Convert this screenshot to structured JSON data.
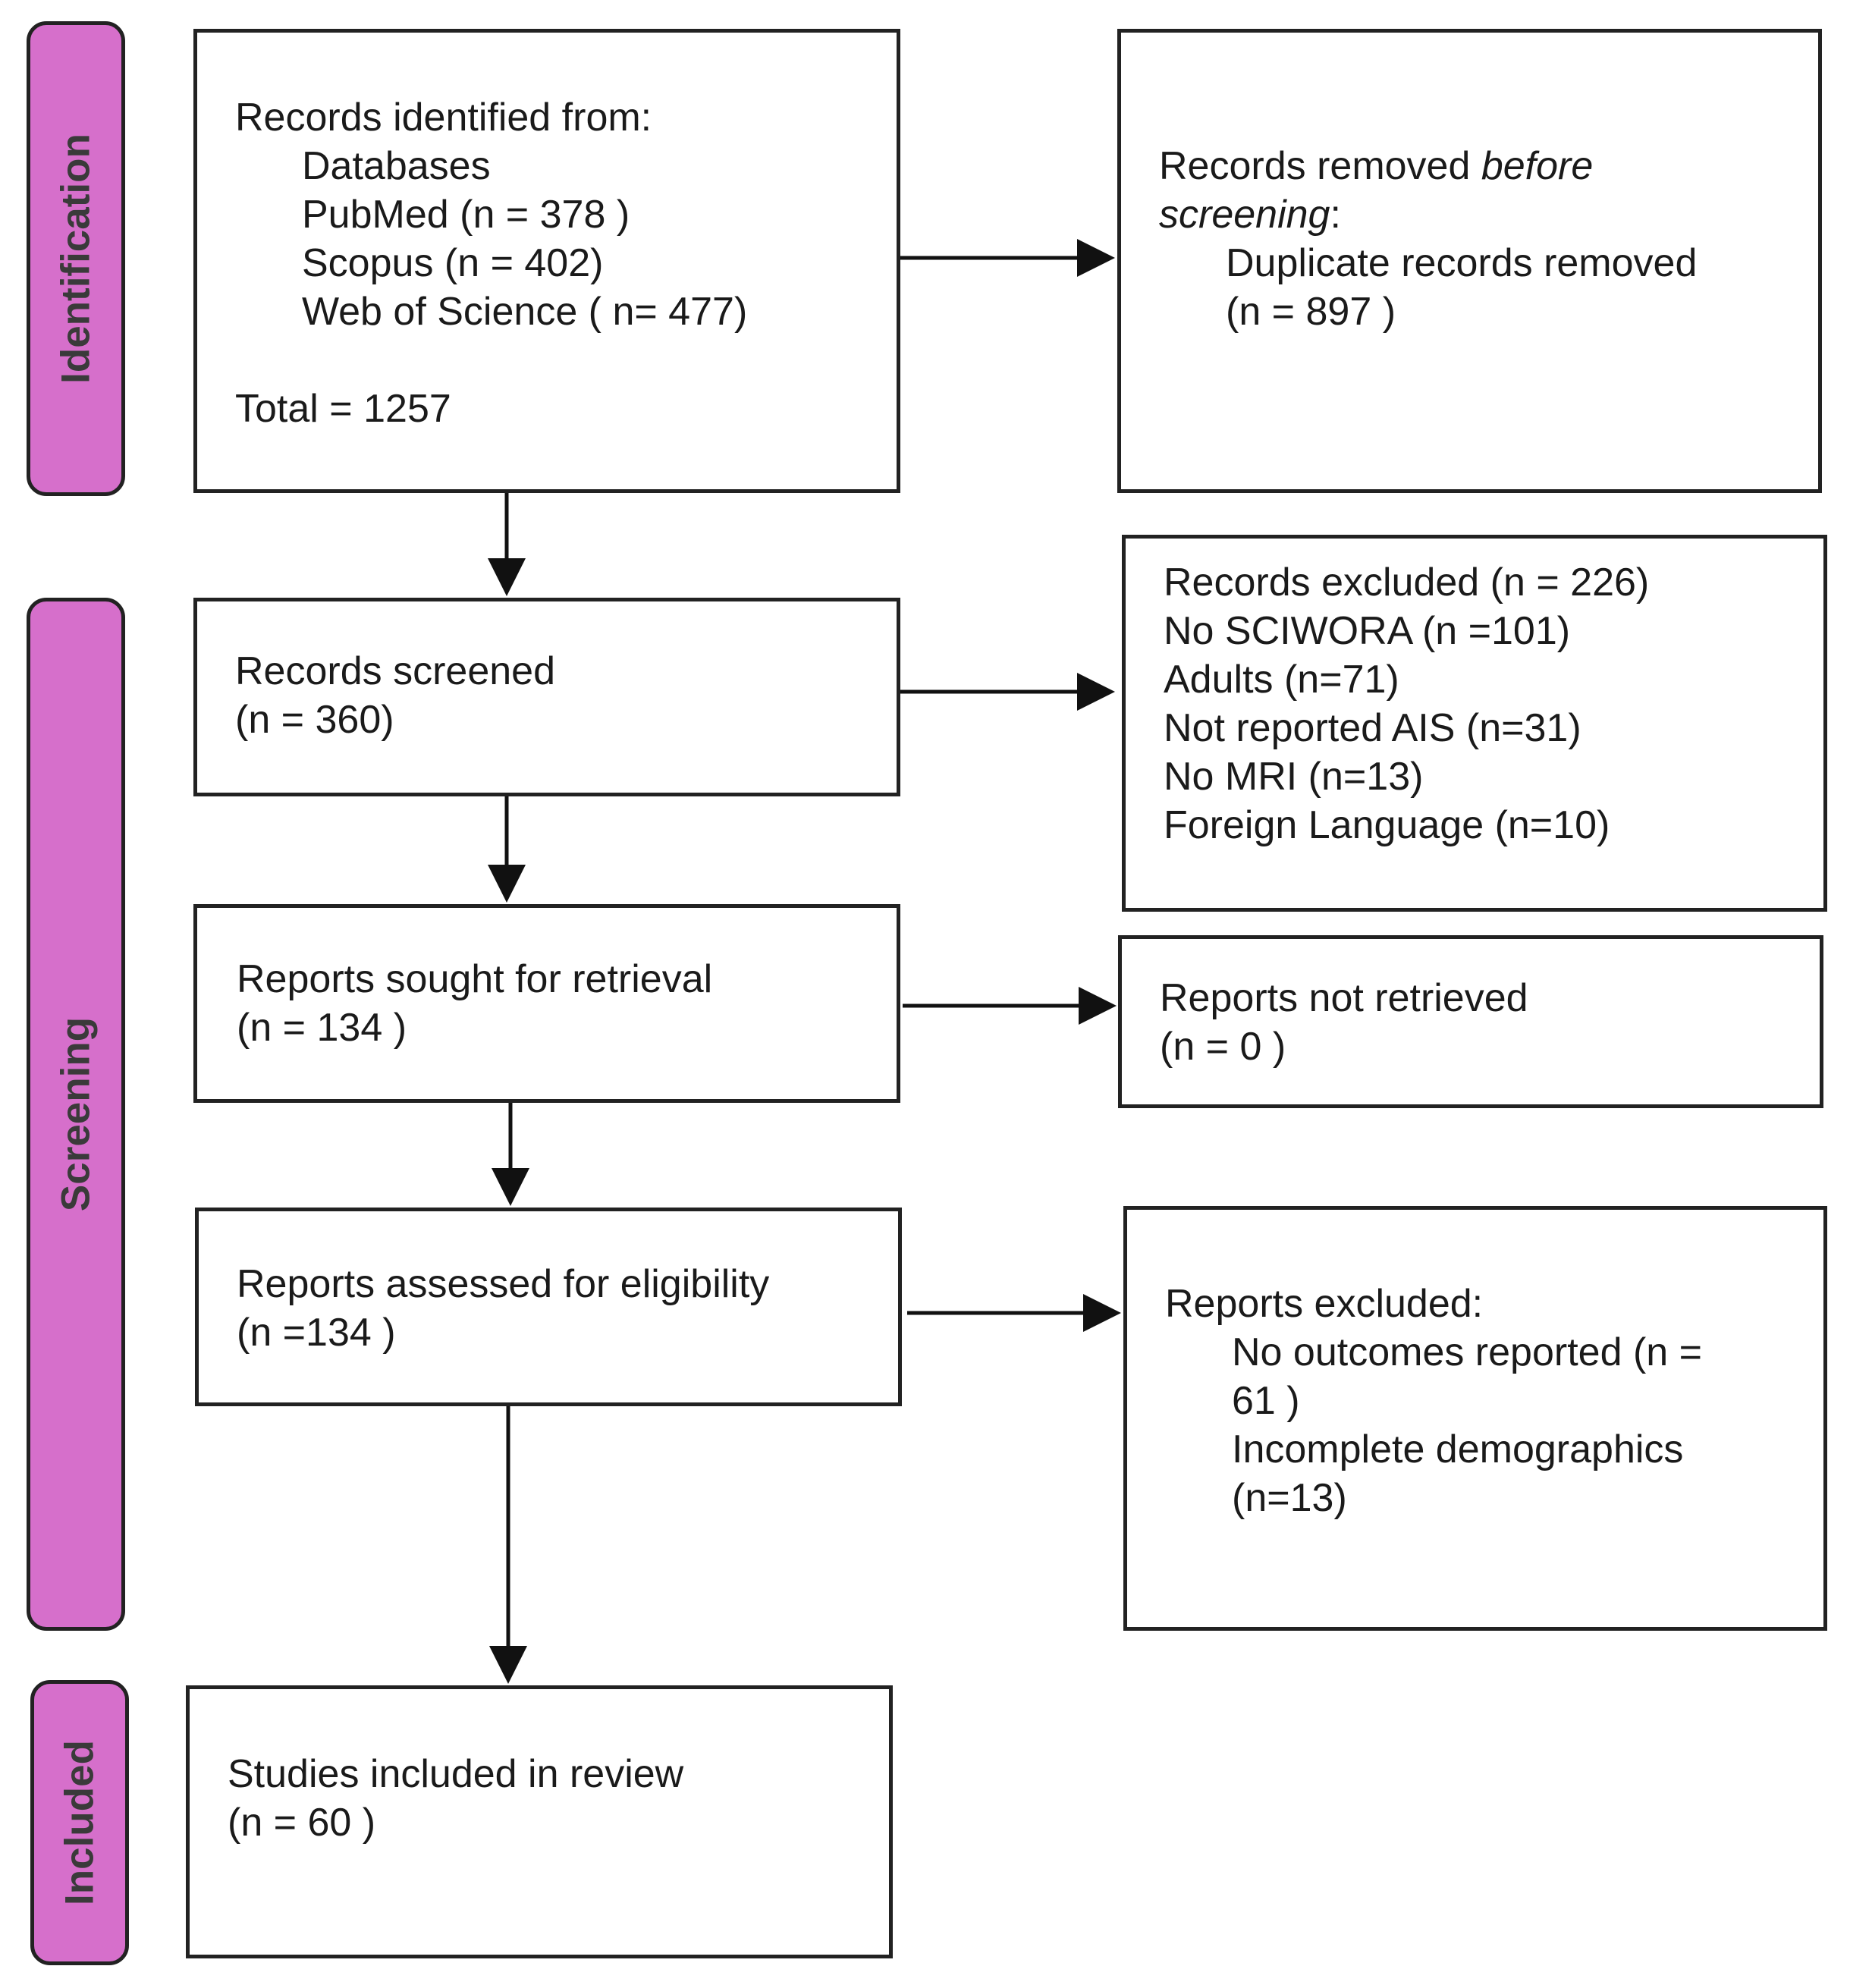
{
  "phases": {
    "identification": "Identification",
    "screening": "Screening",
    "included": "Included"
  },
  "identified": {
    "heading": "Records identified from:",
    "databases": "Databases",
    "pubmed": "PubMed (n = 378 )",
    "scopus": "Scopus (n = 402)",
    "wos": "Web of Science ( n= 477)",
    "total": "Total = 1257"
  },
  "removed": {
    "heading_prefix": "Records removed ",
    "heading_italic_1": "before",
    "heading_italic_2": "screening",
    "heading_suffix": ":",
    "duplicates": "Duplicate records removed",
    "duplicates_n": "(n = 897 )"
  },
  "screened": {
    "heading": "Records screened",
    "n": "(n = 360)"
  },
  "excluded": {
    "heading": "Records excluded (n = 226)",
    "items": [
      "No SCIWORA (n =101)",
      "Adults (n=71)",
      "Not reported AIS (n=31)",
      "No MRI (n=13)",
      "Foreign Language (n=10)"
    ]
  },
  "sought": {
    "heading": "Reports sought for retrieval",
    "n": "(n = 134 )"
  },
  "not_retrieved": {
    "heading": "Reports not retrieved",
    "n": "(n = 0 )"
  },
  "assessed": {
    "heading": "Reports assessed for eligibility",
    "n": "(n =134 )"
  },
  "reports_excluded": {
    "heading": "Reports excluded:",
    "line1": "No outcomes reported (n =",
    "line2": "61 )",
    "line3": "Incomplete demographics",
    "line4": "(n=13)"
  },
  "included": {
    "heading": "Studies included in review",
    "n": "(n = 60 )"
  },
  "colors": {
    "phase_fill": "#d66fcb",
    "border": "#222222"
  }
}
